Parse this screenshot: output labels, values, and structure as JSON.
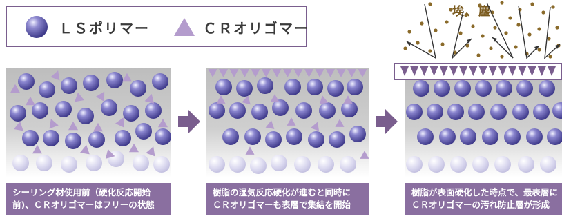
{
  "legend": {
    "sphere_label": "ＬＳポリマー",
    "triangle_label": "ＣＲオリゴマー"
  },
  "dust_label": "埃、塵",
  "panels": [
    {
      "caption_line1": "シーリング材使用前（硬化反応開始",
      "caption_line2": "前)、ＣＲオリゴマーはフリーの状態"
    },
    {
      "caption_line1": "樹脂の湿気反応硬化が進むと同時に",
      "caption_line2": "ＣＲオリゴマーも表層で集結を開始"
    },
    {
      "caption_line1": "樹脂が表面硬化した時点で、最表層に",
      "caption_line2": "ＣＲオリゴマーの汚れ防止層が形成"
    }
  ],
  "colors": {
    "frame": "#7a5e8e",
    "caption_bg": "#8a6fa0",
    "sphere": "#5f5aa8",
    "triangle": "#b49ccd",
    "arrow": "#7a5e8e",
    "dust": "#8a6a2a"
  }
}
